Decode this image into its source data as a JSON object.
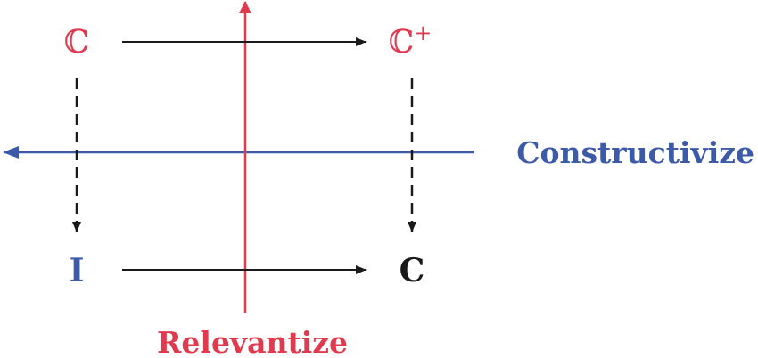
{
  "nodes": {
    "top_left": {
      "label": "ℂ",
      "color": "#e03a4e"
    },
    "top_right": {
      "label": "ℂ",
      "superscript": "+",
      "color": "#e03a4e"
    },
    "bottom_left": {
      "label": "I",
      "color": "#3d5aa8"
    },
    "bottom_right": {
      "label": "C",
      "color": "#1a1a1a"
    }
  },
  "axes": {
    "vertical": {
      "label": "Relevantize",
      "color": "#e03a4e"
    },
    "horizontal": {
      "label": "Constructivize",
      "color": "#3d5aa8"
    }
  },
  "colors": {
    "arrow": "#1a1a1a"
  }
}
